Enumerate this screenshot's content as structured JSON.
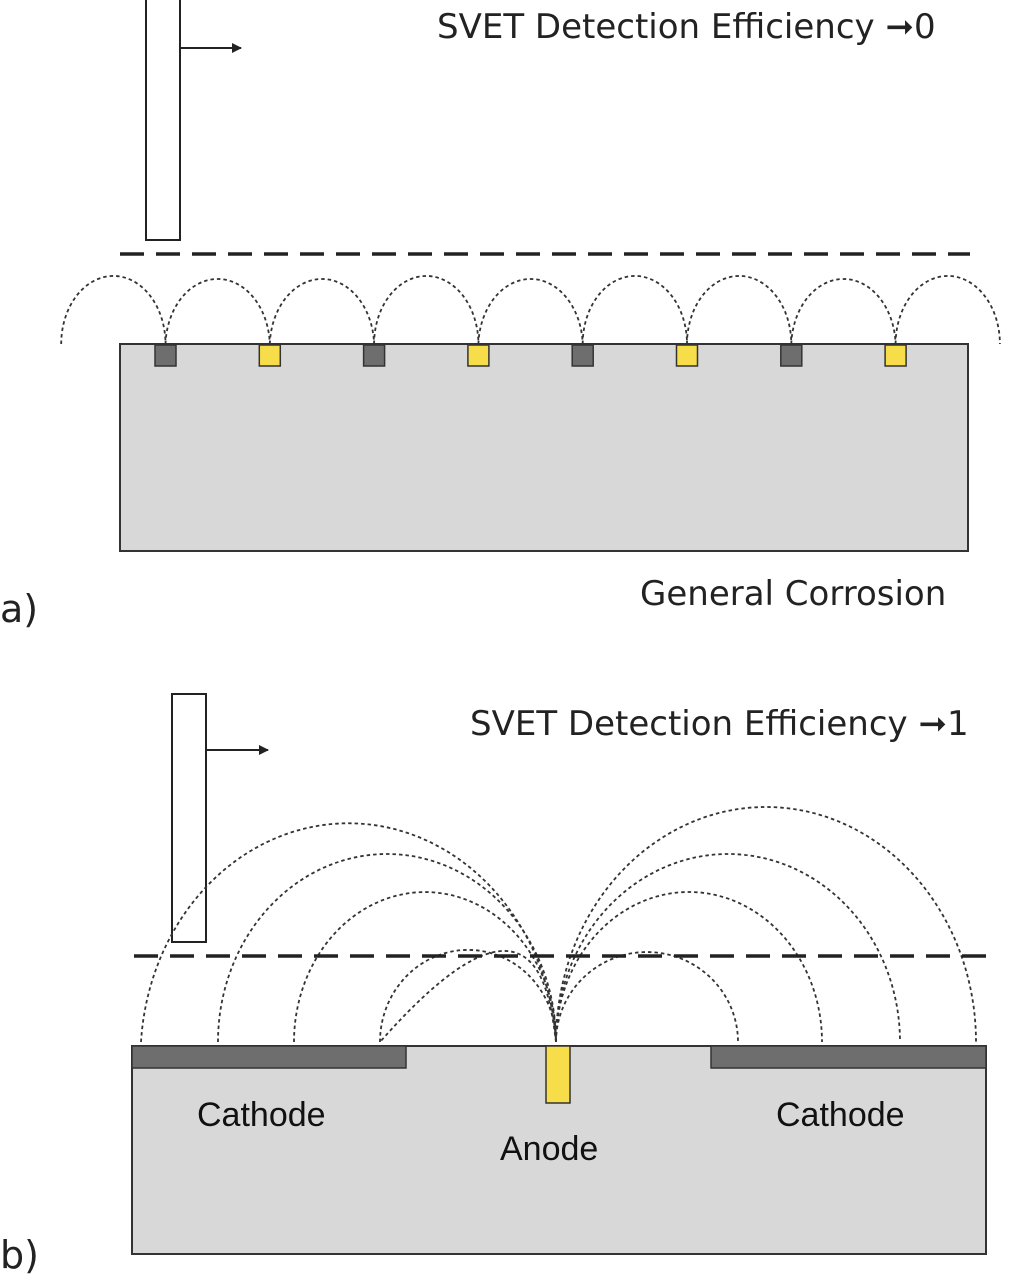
{
  "panel_a": {
    "label": "a)",
    "efficiency_text": "SVET Detection Efficiency ➞0",
    "caption": "General Corrosion",
    "site_pattern": [
      "cathode",
      "anode",
      "cathode",
      "anode",
      "cathode",
      "anode",
      "cathode",
      "anode"
    ]
  },
  "panel_b": {
    "label": "b)",
    "efficiency_text": "SVET Detection Efficiency ➞1",
    "cathode_left_label": "Cathode",
    "anode_label": "Anode",
    "cathode_right_label": "Cathode"
  },
  "colors": {
    "block_fill": "#d8d8d8",
    "cathode_site": "#6e6e6e",
    "anode_site": "#f7dd4a",
    "line": "#222222"
  }
}
